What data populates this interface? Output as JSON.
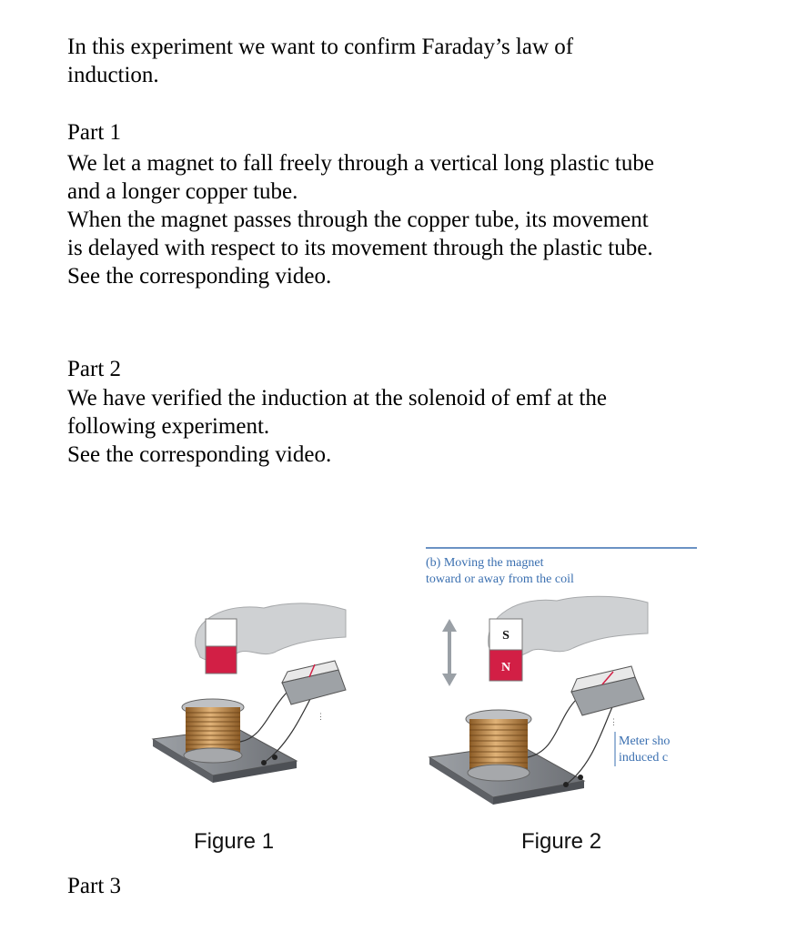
{
  "intro": {
    "line1": "In this experiment we want to confirm Faraday’s law of",
    "line2": "induction."
  },
  "part1": {
    "heading": "Part 1",
    "lines": [
      "We let a magnet to fall freely through a vertical long plastic tube",
      "and a longer copper tube.",
      "When the magnet passes through the copper tube, its movement",
      "is delayed with respect to its movement through the plastic tube.",
      "See the corresponding video."
    ]
  },
  "part2": {
    "heading": "Part 2",
    "lines": [
      "We have verified the induction at the solenoid of emf at the",
      "following experiment.",
      "See the corresponding video."
    ]
  },
  "figure1": {
    "caption": "Figure 1"
  },
  "figure2": {
    "caption": "Figure 2",
    "header_line1": "(b) Moving the magnet",
    "header_line2": "toward or away from the coil",
    "magnet_top": "S",
    "magnet_bottom": "N",
    "meter_note_line1": "Meter sho",
    "meter_note_line2": "induced c"
  },
  "part3": {
    "heading": "Part 3"
  },
  "colors": {
    "magnet_red": "#d21f45",
    "header_blue": "#3a6fb0",
    "coil_copper": "#b8864a",
    "base_gray": "#8d9196"
  }
}
